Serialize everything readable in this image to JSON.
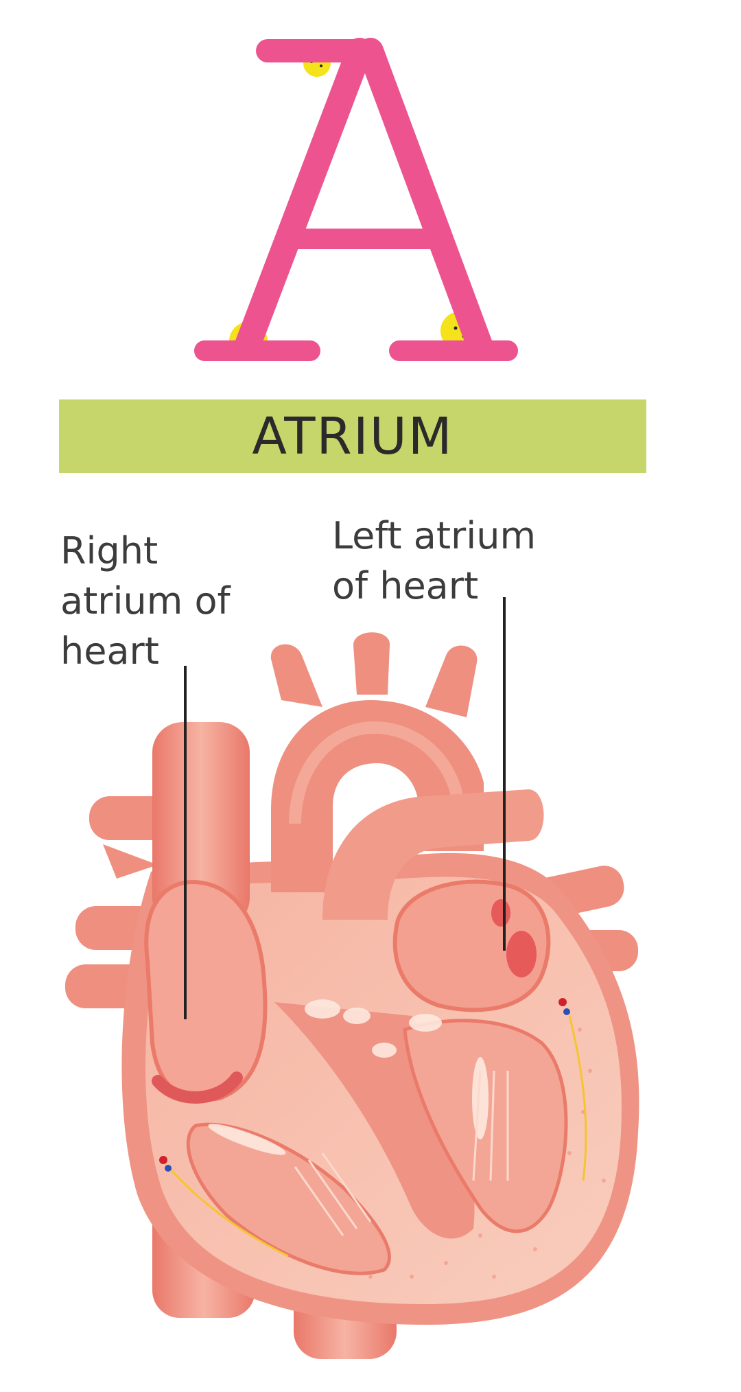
{
  "letter": {
    "glyph": "A",
    "color": "#ec538f",
    "accent_color": "#f4e21a"
  },
  "banner": {
    "text": "ATRIUM",
    "color": "#c6d66a"
  },
  "labels": {
    "right_atrium": "Right\natrium of\nheart",
    "left_atrium": "Left atrium\nof heart"
  },
  "illustration": {
    "subject": "heart-cross-section",
    "colors": {
      "tissue": "#f29a8c",
      "dark": "#e2685c",
      "light": "#f9cfc0",
      "chamber": "#f6ad9d",
      "highlight": "#fde9df"
    }
  }
}
